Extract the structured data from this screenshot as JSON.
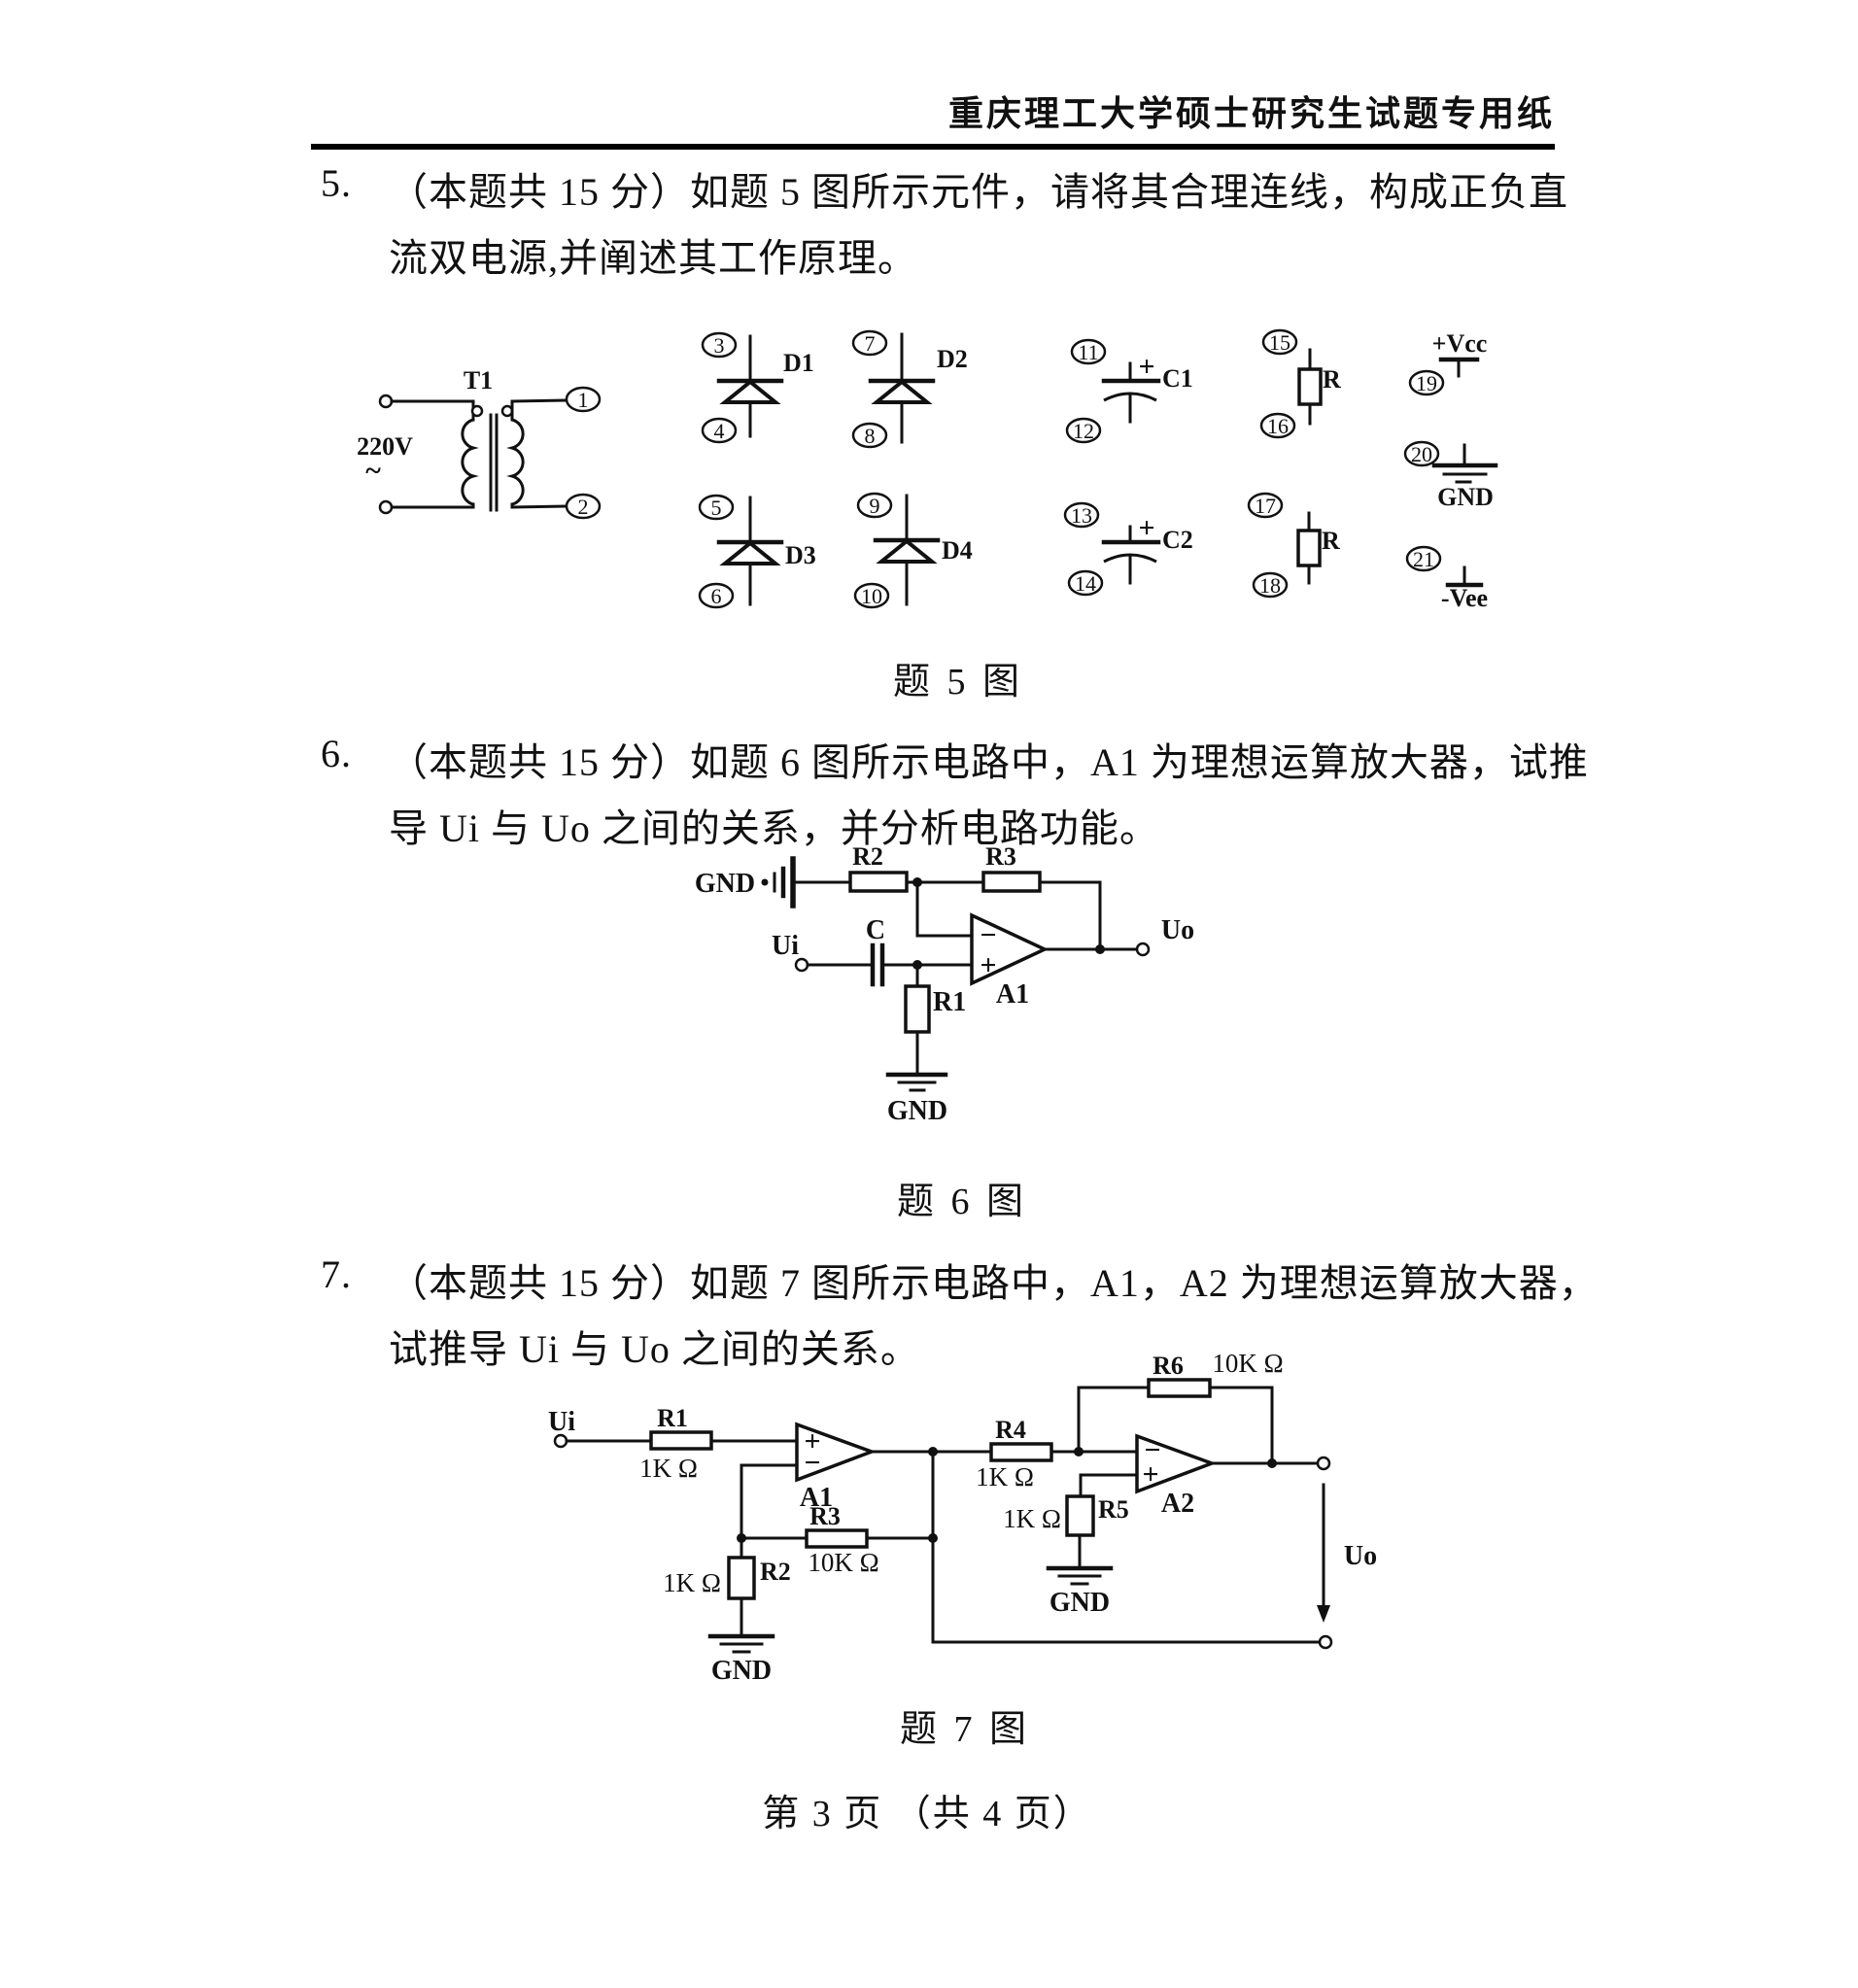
{
  "header": {
    "title": "重庆理工大学硕士研究生试题专用纸"
  },
  "symbols": {
    "plus": "+",
    "minus": "−"
  },
  "q5": {
    "number": "5.",
    "text_line1": "（本题共 15 分）如题 5 图所示元件，请将其合理连线，构成正负直",
    "text_line2": "流双电源,并阐述其工作原理。",
    "caption": "题 5 图",
    "figure": {
      "transformer": {
        "name": "T1",
        "primary_voltage": "220V",
        "ac": "~"
      },
      "terminals": [
        "1",
        "2",
        "3",
        "4",
        "5",
        "6",
        "7",
        "8",
        "9",
        "10",
        "11",
        "12",
        "13",
        "14",
        "15",
        "16",
        "17",
        "18",
        "19",
        "20",
        "21"
      ],
      "diodes": [
        "D1",
        "D2",
        "D3",
        "D4"
      ],
      "capacitors": [
        "C1",
        "C2"
      ],
      "resistors": [
        "R",
        "R"
      ],
      "rails": {
        "vcc": "+Vcc",
        "gnd": "GND",
        "vee": "-Vee"
      }
    }
  },
  "q6": {
    "number": "6.",
    "text_line1": "（本题共 15 分）如题 6 图所示电路中，A1 为理想运算放大器，试推",
    "text_line2": "导 Ui 与 Uo 之间的关系，并分析电路功能。",
    "caption": "题 6 图",
    "figure": {
      "gnd_left": "GND",
      "r2": "R2",
      "r3": "R3",
      "ui": "Ui",
      "c": "C",
      "r1": "R1",
      "a1": "A1",
      "gnd_bottom": "GND",
      "uo": "Uo"
    }
  },
  "q7": {
    "number": "7.",
    "text_line1": "（本题共 15 分）如题 7 图所示电路中，A1，A2 为理想运算放大器，",
    "text_line2": "试推导 Ui 与 Uo 之间的关系。",
    "caption": "题 7 图",
    "figure": {
      "ui": "Ui",
      "r1": {
        "name": "R1",
        "value": "1K Ω"
      },
      "r2": {
        "name": "R2",
        "value": "1K Ω"
      },
      "r3": {
        "name": "R3",
        "value": "10K Ω"
      },
      "r4": {
        "name": "R4",
        "value": "1K Ω"
      },
      "r5": {
        "name": "R5",
        "value": "1K Ω"
      },
      "r6": {
        "name": "R6",
        "value": "10K Ω"
      },
      "a1": "A1",
      "a2": "A2",
      "gnd1": "GND",
      "gnd2": "GND",
      "uo": "Uo"
    }
  },
  "footer": {
    "page_indicator": "第 3 页 （共 4 页）"
  }
}
